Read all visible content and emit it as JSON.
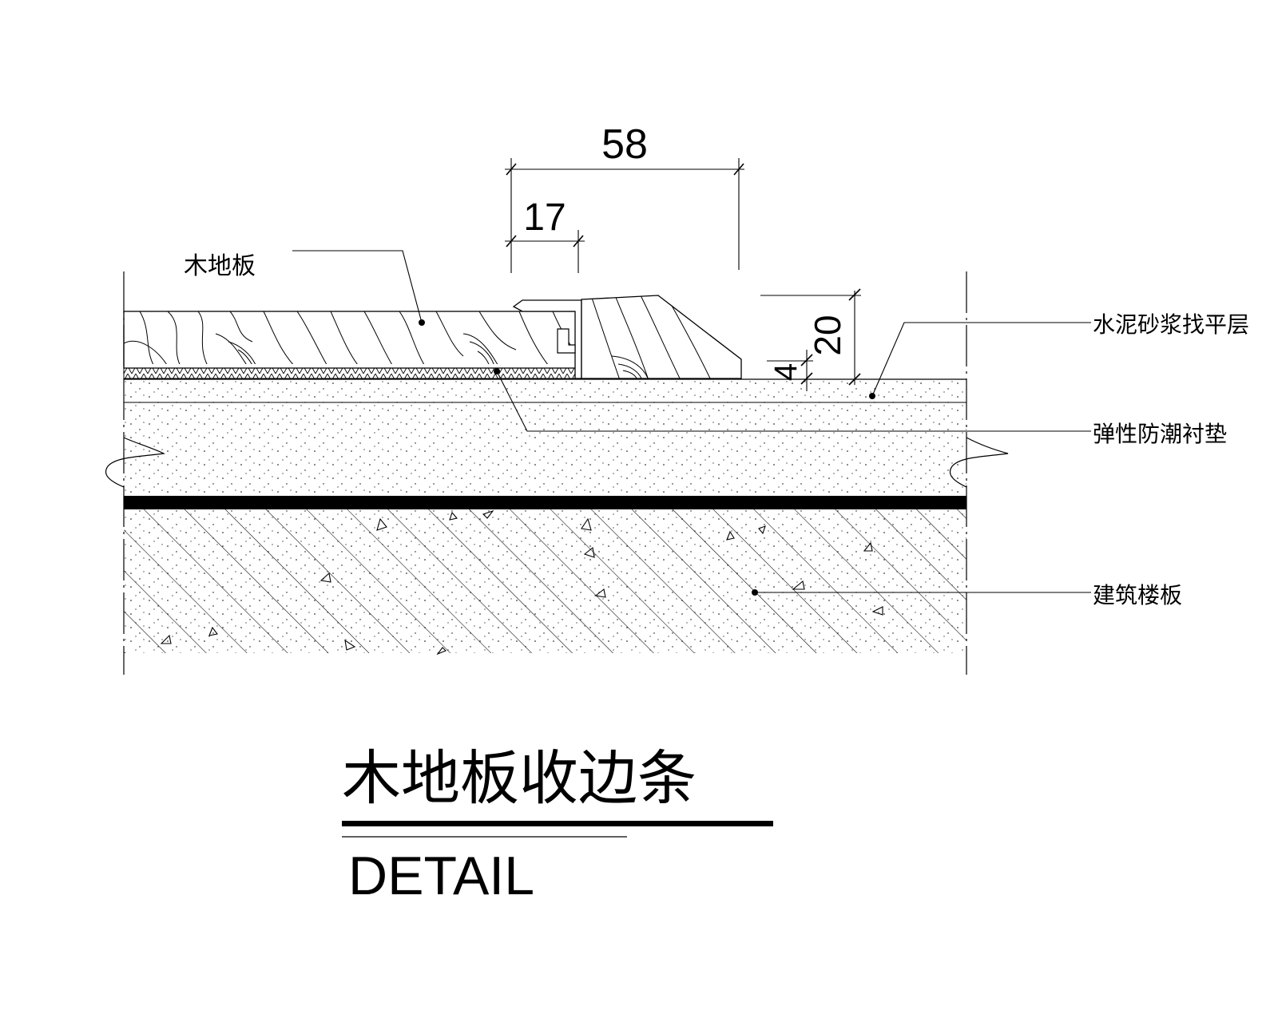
{
  "drawing": {
    "title": "木地板收边条",
    "subtitle": "DETAIL"
  },
  "labels": {
    "wood_floor": "木地板",
    "mortar_layer": "水泥砂浆找平层",
    "underlay": "弹性防潮衬垫",
    "floor_slab": "建筑楼板"
  },
  "dimensions": {
    "overall_width": "58",
    "lip_width": "17",
    "height": "20",
    "gap": "4"
  },
  "colors": {
    "line": "#000000",
    "background": "#ffffff"
  }
}
